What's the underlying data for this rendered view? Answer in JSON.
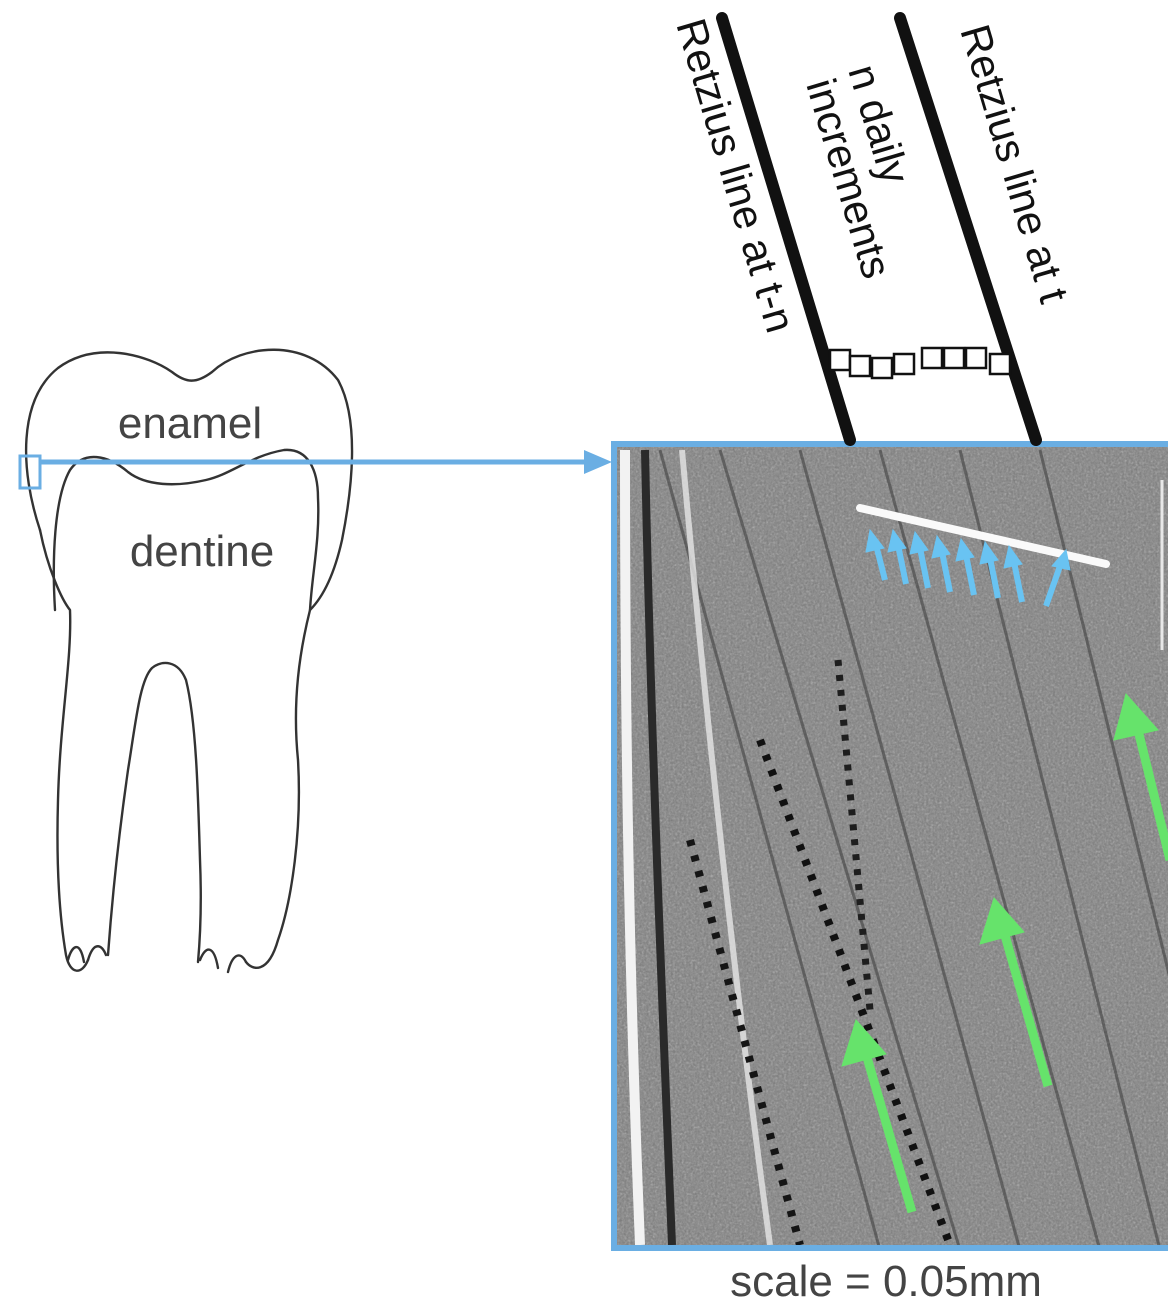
{
  "labels": {
    "enamel": "enamel",
    "dentine": "dentine",
    "retzius_tn": "Retzius line at t-n",
    "retzius_t": "Retzius line at t",
    "daily_line1": "n daily",
    "daily_line2": "increments",
    "scale": "scale = 0.05mm"
  },
  "colors": {
    "frame": "#6aaee3",
    "blue_arrows": "#69c3f2",
    "green_arrows": "#66e36b",
    "tooth_outline": "#333333",
    "retzius_lines": "#111111"
  },
  "annotations": {
    "blue_arrow_count": 8,
    "green_arrow_count": 3,
    "increment_boxes": 8
  }
}
